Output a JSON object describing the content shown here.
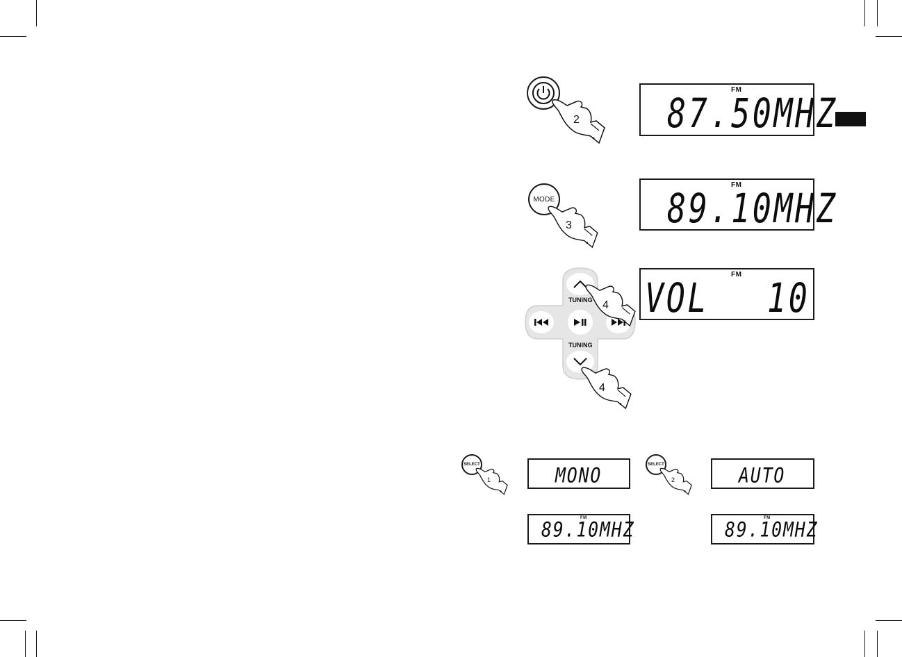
{
  "page": {
    "background": "#ffffff",
    "ink": "#111111"
  },
  "step_power": {
    "step_number": "2",
    "display": {
      "band": "FM",
      "segments": "87.50MHZ"
    }
  },
  "step_mode": {
    "button_label": "MODE",
    "step_number": "3",
    "display": {
      "band": "FM",
      "segments": "89.10MHZ"
    }
  },
  "step_tuning": {
    "up_label": "TUNING",
    "down_label": "TUNING",
    "up_step_number": "4",
    "down_step_number": "4",
    "display": {
      "band": "FM",
      "left_segments": "VOL",
      "right_segments": "10"
    }
  },
  "step_select_mono": {
    "button_label": "SELECT",
    "step_number": "1",
    "display_top": {
      "segments": "MONO"
    },
    "display_bottom": {
      "band": "FM",
      "segments": "89.10MHZ"
    }
  },
  "step_select_auto": {
    "button_label": "SELECT",
    "step_number": "2",
    "display_top": {
      "segments": "AUTO"
    },
    "display_bottom": {
      "band": "FM",
      "segments": "89.10MHZ"
    }
  },
  "icons": {
    "power": "power-icon",
    "pointing_hand": "pointing-hand-icon",
    "chevron_up": "chevron-up-icon",
    "chevron_down": "chevron-down-icon",
    "skip_back": "skip-back-icon",
    "play_pause": "play-pause-icon",
    "skip_forward": "skip-forward-icon"
  }
}
